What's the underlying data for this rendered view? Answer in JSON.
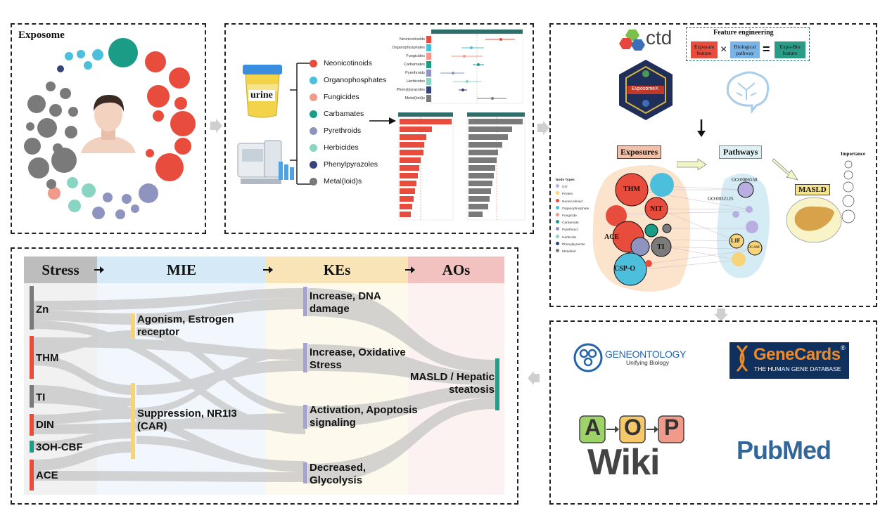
{
  "panel1": {
    "title": "Exposome"
  },
  "panel2": {
    "urine_label": "urine",
    "legend": [
      {
        "label": "Neonicotinoids",
        "color": "#e74c3c"
      },
      {
        "label": "Organophosphates",
        "color": "#4bbfdc"
      },
      {
        "label": "Fungicides",
        "color": "#f29a8a"
      },
      {
        "label": "Carbamates",
        "color": "#1a9c86"
      },
      {
        "label": "Pyrethroids",
        "color": "#8e94bf"
      },
      {
        "label": "Herbicides",
        "color": "#87d5c2"
      },
      {
        "label": "Phenylpyrazoles",
        "color": "#34437a"
      },
      {
        "label": "Metal(loid)s",
        "color": "#7a7a7a"
      }
    ],
    "forest_labels": [
      "Neonicotinoids",
      "Organophosphates",
      "Fungicides",
      "Carbamates",
      "Pyrethroids",
      "Herbicides",
      "Phenylpyrazoles",
      "Metal(loid)s"
    ]
  },
  "panel3": {
    "ctd_label": "ctd",
    "exposomex_label": "ExposomeX",
    "feature_title": "Feature engineering",
    "box_exposure": "Exposure feature",
    "box_pathway": "Biological pathway",
    "box_result": "Expo-Bio feature",
    "op_times": "×",
    "op_equals": "=",
    "exposures_label": "Exposures",
    "pathways_label": "Pathways",
    "masld_label": "MASLD",
    "importance_label": "Importance",
    "node_types_title": "Node Types",
    "node_types": [
      "GO",
      "Protein",
      "Neonicotinoid",
      "Organophosphate",
      "Fungicide",
      "Carbamate",
      "Pyrethroid",
      "Herbicide",
      "Phenylpyrazole",
      "Metalloid"
    ],
    "go1": "GO:0006558",
    "go2": "GO:0032125",
    "thm": "THM",
    "nit": "NIT",
    "ace": "ACE",
    "ti": "TI",
    "csp": "CSP-O",
    "lif": "LIF",
    "ogam": "OGAM"
  },
  "panel4": {
    "geneontology_name": "GENEONTOLOGY",
    "geneontology_sub": "Unifying Biology",
    "genecards_name": "GeneCards",
    "genecards_reg": "®",
    "genecards_sub": "THE HUMAN GENE DATABASE",
    "aop_letters": [
      "A",
      "O",
      "P"
    ],
    "wiki": "Wiki",
    "pubmed": "PubMed"
  },
  "sankey": {
    "headers": [
      "Stress",
      "MIE",
      "KEs",
      "AOs"
    ],
    "stress": [
      "Zn",
      "THM",
      "TI",
      "DIN",
      "3OH-CBF",
      "ACE"
    ],
    "mie": [
      "Agonism, Estrogen receptor",
      "Suppression, NR1I3 (CAR)"
    ],
    "kes": [
      "Increase, DNA damage",
      "Increase, Oxidative Stress",
      "Activation, Apoptosis signaling",
      "Decreased, Glycolysis"
    ],
    "ao": "MASLD / Hepatic steatosis"
  }
}
